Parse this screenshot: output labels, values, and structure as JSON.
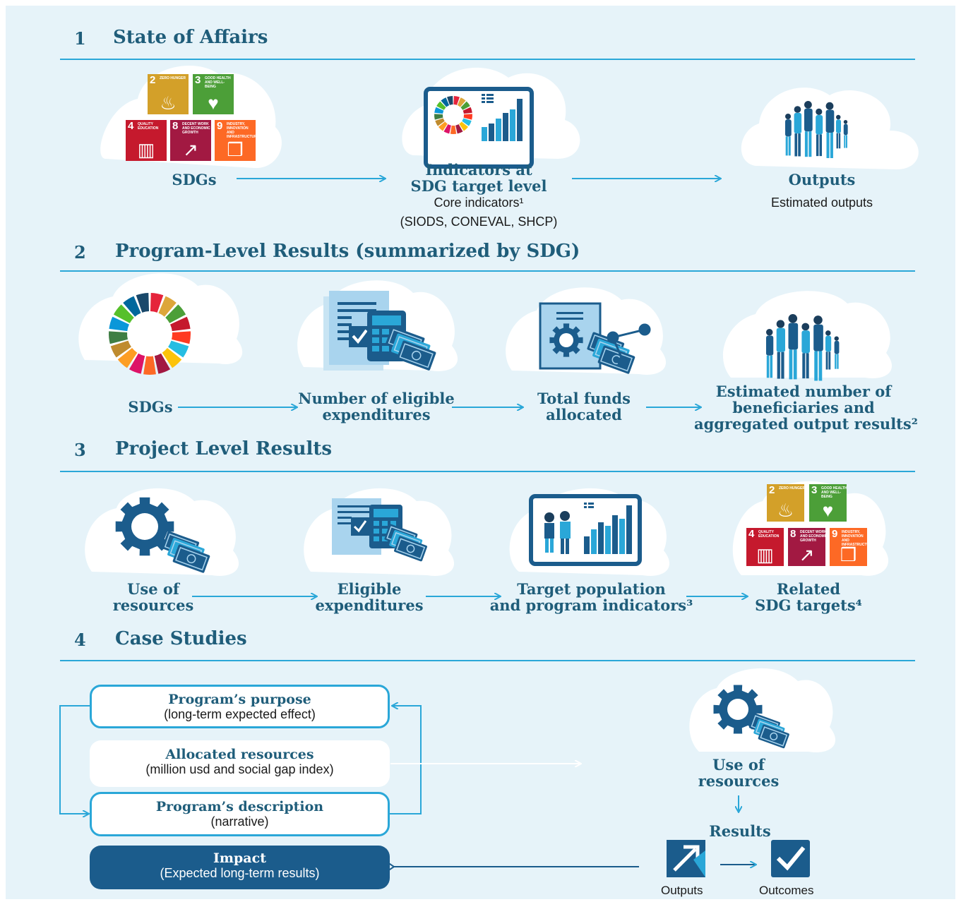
{
  "colors": {
    "background": "#e6f3f9",
    "accent": "#2aa7d8",
    "dark": "#1f5d7a",
    "navy": "#1b5c8c"
  },
  "sections": [
    {
      "number": "1",
      "title": "State of Affairs"
    },
    {
      "number": "2",
      "title": "Program-Level Results (summarized by SDG)"
    },
    {
      "number": "3",
      "title": "Project Level Results"
    },
    {
      "number": "4",
      "title": "Case Studies"
    }
  ],
  "s1": {
    "sdgs_label": "SDGs",
    "indicators_label_1": "Indicators at",
    "indicators_label_2": "SDG target level",
    "indicators_sub_1": "Core indicators¹",
    "indicators_sub_2": "(SIODS, CONEVAL, SHCP)",
    "outputs_label": "Outputs",
    "outputs_sub": "Estimated outputs"
  },
  "s2": {
    "sdgs_label": "SDGs",
    "expenditures_1": "Number of eligible",
    "expenditures_2": "expenditures",
    "funds_1": "Total funds",
    "funds_2": "allocated",
    "beneficiaries_1": "Estimated number of",
    "beneficiaries_2": "beneficiaries and",
    "beneficiaries_3": "aggregated output results²"
  },
  "s3": {
    "use_1": "Use of",
    "use_2": "resources",
    "eligible_1": "Eligible",
    "eligible_2": "expenditures",
    "target_1": "Target population",
    "target_2": "and program indicators³",
    "related_1": "Related",
    "related_2": "SDG targets⁴"
  },
  "s4": {
    "purpose_title": "Program’s purpose",
    "purpose_sub": "(long-term expected effect)",
    "allocated_title": "Allocated resources",
    "allocated_sub": "(million usd and social gap index)",
    "description_title": "Program’s description",
    "description_sub": "(narrative)",
    "impact_title": "Impact",
    "impact_sub": "(Expected long-term results)",
    "use_1": "Use of",
    "use_2": "resources",
    "results": "Results",
    "outputs": "Outputs",
    "outcomes": "Outcomes"
  },
  "tiles": [
    {
      "num": "2",
      "text": "ZERO HUNGER",
      "color": "#d3a029",
      "icon": "♨"
    },
    {
      "num": "3",
      "text": "GOOD HEALTH AND WELL-BEING",
      "color": "#4c9f38",
      "icon": "♥"
    },
    {
      "num": "4",
      "text": "QUALITY EDUCATION",
      "color": "#c5192d",
      "icon": "▥"
    },
    {
      "num": "8",
      "text": "DECENT WORK AND ECONOMIC GROWTH",
      "color": "#a21942",
      "icon": "↗"
    },
    {
      "num": "9",
      "text": "INDUSTRY, INNOVATION AND INFRASTRUCTURE",
      "color": "#fd6925",
      "icon": "❒"
    }
  ]
}
